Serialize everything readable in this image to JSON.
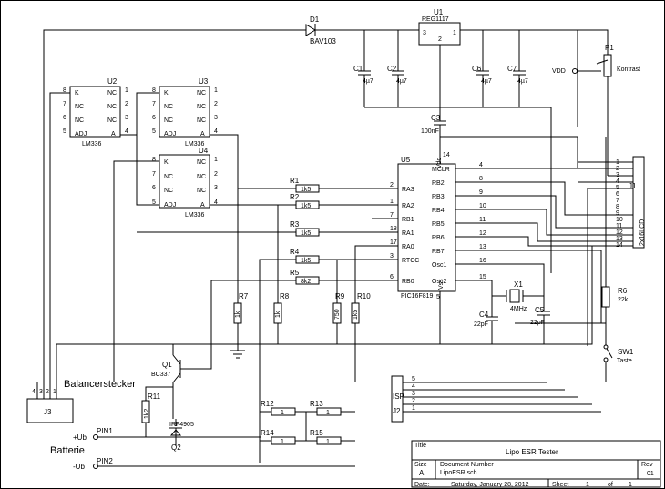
{
  "diode": {
    "ref": "D1",
    "value": "BAV103"
  },
  "regulator": {
    "ref": "U1",
    "value": "REG1117",
    "pins": [
      "3",
      "1",
      "2"
    ]
  },
  "caps": [
    {
      "ref": "C1",
      "value": "4µ7"
    },
    {
      "ref": "C2",
      "value": "4µ7"
    },
    {
      "ref": "C6",
      "value": "4µ7"
    },
    {
      "ref": "C7",
      "value": "4µ7"
    },
    {
      "ref": "C3",
      "value": "100nF"
    },
    {
      "ref": "C4",
      "value": "22pF"
    },
    {
      "ref": "C5",
      "value": "22pF"
    }
  ],
  "pot": {
    "ref": "P1",
    "label": "Kontrast",
    "vdd": "VDD"
  },
  "lm336": [
    {
      "ref": "U2",
      "value": "LM336",
      "left": [
        "K",
        "NC",
        "NC",
        "ADJ"
      ],
      "right": [
        "NC",
        "NC",
        "NC",
        "A"
      ],
      "lpins": [
        "8",
        "7",
        "6",
        "5"
      ],
      "rpins": [
        "1",
        "2",
        "3",
        "4"
      ]
    },
    {
      "ref": "U3",
      "value": "LM336",
      "left": [
        "K",
        "NC",
        "NC",
        "ADJ"
      ],
      "right": [
        "NC",
        "NC",
        "NC",
        "A"
      ],
      "lpins": [
        "8",
        "7",
        "6",
        "5"
      ],
      "rpins": [
        "1",
        "2",
        "3",
        "4"
      ]
    },
    {
      "ref": "U4",
      "value": "LM336",
      "left": [
        "K",
        "NC",
        "NC",
        "ADJ"
      ],
      "right": [
        "NC",
        "NC",
        "NC",
        "A"
      ],
      "lpins": [
        "8",
        "7",
        "6",
        "5"
      ],
      "rpins": [
        "1",
        "2",
        "3",
        "4"
      ]
    }
  ],
  "mcu": {
    "ref": "U5",
    "value": "PIC16F819",
    "left": [
      "RA3",
      "RA2",
      "RB1",
      "RA1",
      "RA0",
      "RTCC",
      "RB0"
    ],
    "lpins": [
      "2",
      "1",
      "7",
      "18",
      "17",
      "3",
      "6"
    ],
    "right": [
      "MCLR",
      "RB2",
      "RB3",
      "RB4",
      "RB5",
      "RB6",
      "RB7",
      "Osc1",
      "Osc2"
    ],
    "rpins": [
      "4",
      "8",
      "9",
      "10",
      "11",
      "12",
      "13",
      "16",
      "15"
    ],
    "vdd": "Vdd",
    "vss": "Vss",
    "vdd_pin": "14",
    "vss_pin": "5"
  },
  "series_resistors": [
    {
      "ref": "R1",
      "value": "1k5"
    },
    {
      "ref": "R2",
      "value": "1k5"
    },
    {
      "ref": "R3",
      "value": "1k5"
    },
    {
      "ref": "R4",
      "value": "1k5"
    },
    {
      "ref": "R5",
      "value": "8k2"
    }
  ],
  "vertical_resistors": [
    {
      "ref": "R7",
      "value": "1k"
    },
    {
      "ref": "R8",
      "value": "1k"
    },
    {
      "ref": "R9",
      "value": "750"
    },
    {
      "ref": "R10",
      "value": "1k5"
    },
    {
      "ref": "R11",
      "value": "1k2"
    },
    {
      "ref": "R6",
      "value": "22k"
    }
  ],
  "load_resistors": [
    {
      "ref": "R12",
      "value": "1"
    },
    {
      "ref": "R13",
      "value": "1"
    },
    {
      "ref": "R14",
      "value": "1"
    },
    {
      "ref": "R15",
      "value": "1"
    }
  ],
  "crystal": {
    "ref": "X1",
    "value": "4MHz"
  },
  "lcd": {
    "ref": "J1",
    "value": "2x16LCD",
    "pins": [
      "1",
      "2",
      "3",
      "4",
      "5",
      "6",
      "7",
      "8",
      "9",
      "10",
      "11",
      "12",
      "13",
      "14"
    ]
  },
  "switch": {
    "ref": "SW1",
    "value": "Taste"
  },
  "q1": {
    "ref": "Q1",
    "value": "BC337"
  },
  "q2": {
    "ref": "Q2",
    "value": "IRF4905"
  },
  "balancer": {
    "ref": "J3",
    "label": "Balancerstecker",
    "pins": [
      "4",
      "3",
      "2",
      "1"
    ]
  },
  "isp": {
    "ref": "J2",
    "label": "ISP",
    "pins": [
      "5",
      "4",
      "3",
      "2",
      "1"
    ]
  },
  "battery": {
    "label": "Batterie",
    "plus": "+Ub",
    "minus": "-Ub",
    "pin1": "PIN1",
    "pin2": "PIN2"
  },
  "title_block": {
    "title_label": "Title",
    "title": "Lipo ESR Tester",
    "size_label": "Size",
    "size": "A",
    "docnum_label": "Document Number",
    "docnum": "LipoESR.sch",
    "rev_label": "Rev",
    "rev": "01",
    "date_label": "Date:",
    "date": "Saturday, January 28, 2012",
    "sheet_label": "Sheet",
    "sheet": "1",
    "of_label": "of",
    "total": "1"
  }
}
